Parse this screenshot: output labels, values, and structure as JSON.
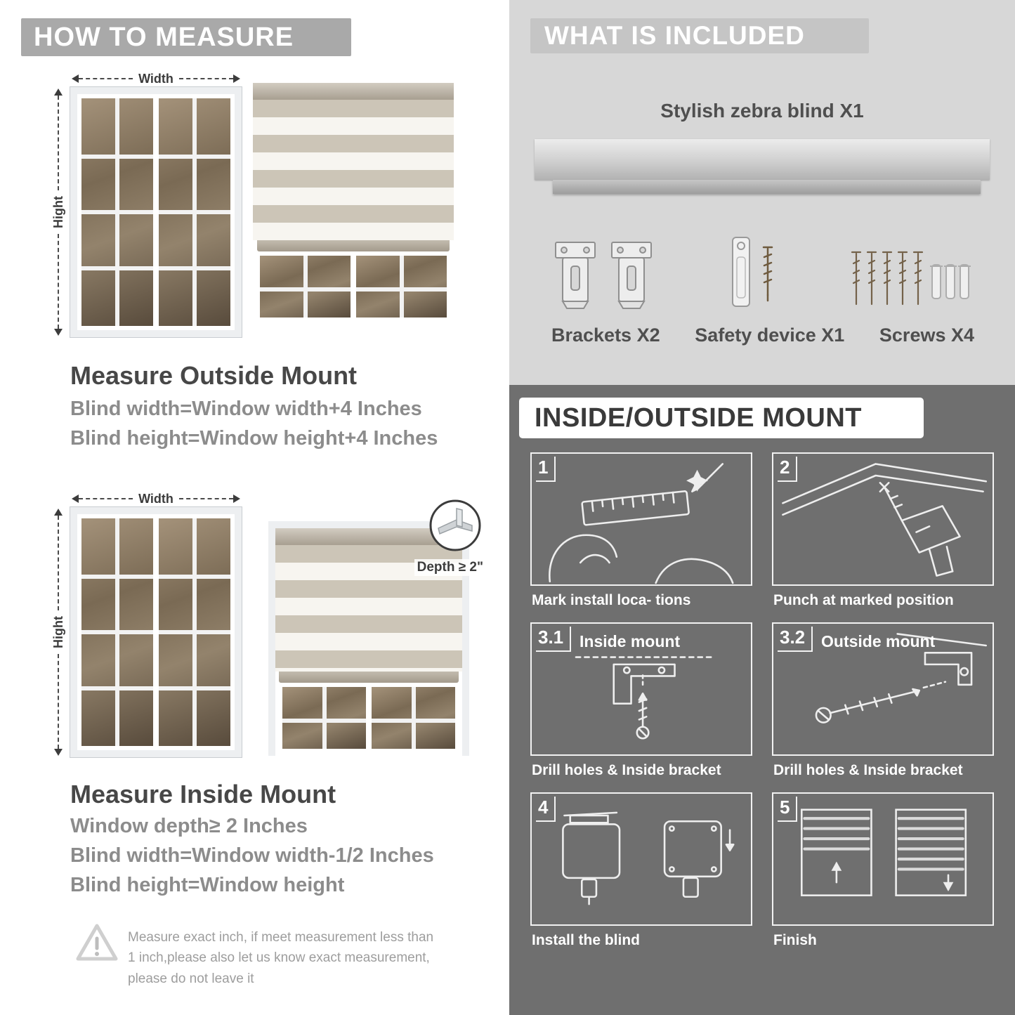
{
  "colors": {
    "left_banner": "#a9a9a9",
    "included_bg": "#d7d7d7",
    "included_banner": "#c5c5c5",
    "mount_bg": "#6f6f6f",
    "heading_text": "#474747",
    "formula_text": "#8c8c8c"
  },
  "left": {
    "header": "HOW TO MEASURE",
    "width_label": "Width",
    "height_label": "Hight",
    "outside": {
      "title": "Measure Outside Mount",
      "line1": "Blind width=Window width+4 Inches",
      "line2": "Blind height=Window height+4 Inches"
    },
    "inside": {
      "title": "Measure Inside Mount",
      "depth_label": "Depth ≥ 2\"",
      "line1": "Window depth≥ 2 Inches",
      "line2": "Blind width=Window width-1/2 Inches",
      "line3": "Blind height=Window height"
    },
    "note": "Measure exact inch, if meet measurement less than 1 inch,please also let us know exact measurement, please do not leave it"
  },
  "included": {
    "header": "WHAT IS INCLUDED",
    "product": "Stylish zebra blind X1",
    "items": [
      {
        "label": "Brackets X2",
        "icon": "brackets-icon"
      },
      {
        "label": "Safety device X1",
        "icon": "safety-device-icon"
      },
      {
        "label": "Screws X4",
        "icon": "screws-icon"
      }
    ]
  },
  "mount": {
    "header": "INSIDE/OUTSIDE MOUNT",
    "steps": [
      {
        "num": "1",
        "title": "",
        "caption": "Mark install loca- tions"
      },
      {
        "num": "2",
        "title": "",
        "caption": "Punch at  marked position"
      },
      {
        "num": "3.1",
        "title": "Inside mount",
        "caption": "Drill holes &  Inside bracket"
      },
      {
        "num": "3.2",
        "title": "Outside mount",
        "caption": "Drill holes &  Inside bracket"
      },
      {
        "num": "4",
        "title": "",
        "caption": "Install the blind"
      },
      {
        "num": "5",
        "title": "",
        "caption": "Finish"
      }
    ]
  }
}
